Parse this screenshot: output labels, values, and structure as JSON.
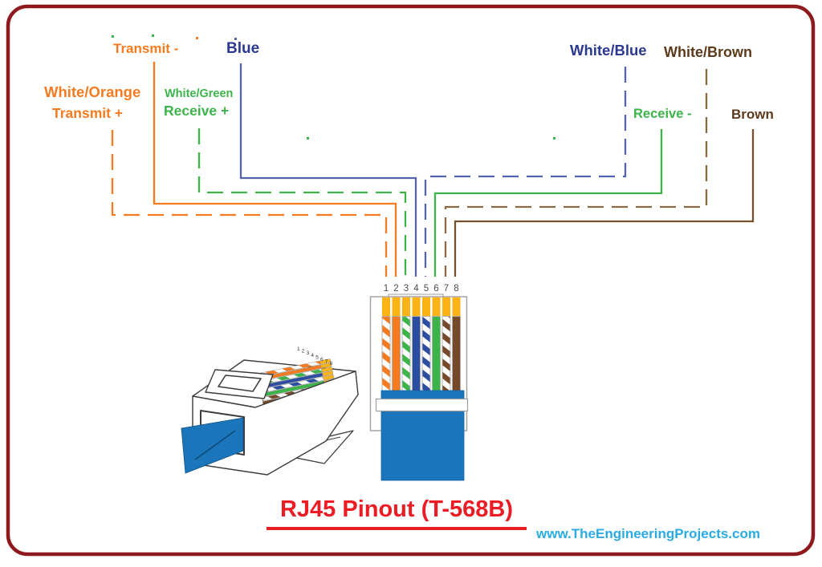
{
  "title": {
    "text": "RJ45 Pinout (T-568B)"
  },
  "website": {
    "text": "www.TheEngineeringProjects.com"
  },
  "pins": [
    "1",
    "2",
    "3",
    "4",
    "5",
    "6",
    "7",
    "8"
  ],
  "labels": {
    "transmit_minus": "Transmit -",
    "blue": "Blue",
    "white_orange": "White/Orange",
    "transmit_plus": "Transmit +",
    "white_green": "White/Green",
    "receive_plus": "Receive +",
    "white_blue": "White/Blue",
    "white_brown": "White/Brown",
    "receive_minus": "Receive -",
    "brown": "Brown"
  },
  "connections": [
    {
      "pin": "1",
      "labels": [
        "White/Orange",
        "Transmit +"
      ],
      "line": "orange-dashed"
    },
    {
      "pin": "2",
      "labels": [
        "Transmit -"
      ],
      "line": "orange-solid"
    },
    {
      "pin": "3",
      "labels": [
        "White/Green",
        "Receive +"
      ],
      "line": "green-dashed"
    },
    {
      "pin": "4",
      "labels": [
        "Blue"
      ],
      "line": "blue-solid"
    },
    {
      "pin": "5",
      "labels": [
        "White/Blue"
      ],
      "line": "blue-dashed"
    },
    {
      "pin": "6",
      "labels": [
        "Receive -"
      ],
      "line": "green-solid"
    },
    {
      "pin": "7",
      "labels": [
        "White/Brown"
      ],
      "line": "brown-dashed"
    },
    {
      "pin": "8",
      "labels": [
        "Brown"
      ],
      "line": "brown-solid"
    }
  ],
  "colors": {
    "border_red": "#8E1A1E",
    "title_red": "#EC1C24",
    "url_blue": "#29ABE2",
    "orange": "#F47B20",
    "green": "#3CB44A",
    "line_blue": "#5564AE",
    "label_navy": "#2B3990",
    "line_brown_dashed": "#8A6A45",
    "line_brown_solid": "#75512E",
    "label_brown": "#5C3A1B",
    "wire_blue": "#2B4EA2",
    "wire_brown": "#77492B",
    "gold_pins": "#FBB316",
    "cable_blue": "#1B75BB"
  }
}
